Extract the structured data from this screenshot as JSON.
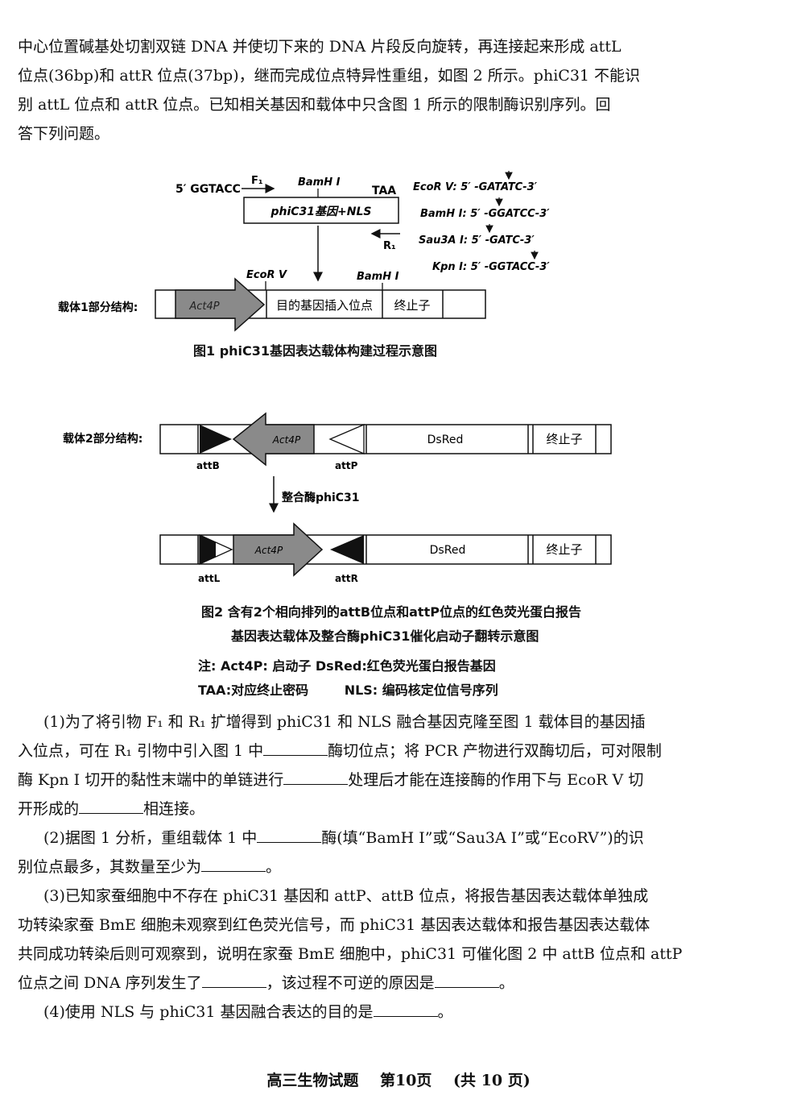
{
  "intro": {
    "line1": "中心位置碱基处切割双链 DNA 并使切下来的 DNA 片段反向旋转，再连接起来形成 attL",
    "line2": "位点(36bp)和 attR 位点(37bp)，继而完成位点特异性重组，如图 2 所示。phiC31 不能识",
    "line3": "别 attL 位点和 attR 位点。已知相关基因和载体中只含图 1 所示的限制酶识别序列。回",
    "line4": "答下列问题。"
  },
  "fig1": {
    "seq5": "5′ GGTACC",
    "f1": "F₁",
    "bamhi_top": "BamH I",
    "taa": "TAA",
    "gene_box": "phiC31基因+NLS",
    "r1": "R₁",
    "ecorv": "EcoR V",
    "bamhi_vec": "BamH I",
    "vector_label": "载体1部分结构:",
    "promoter": "Act4P",
    "insert_site": "目的基因插入位点",
    "terminator": "终止子",
    "enzymes": [
      "EcoR V: 5′ -GATATC-3′",
      "BamH I: 5′ -GGATCC-3′",
      "Sau3A I: 5′ -GATC-3′",
      "Kpn I: 5′ -GGTACC-3′"
    ],
    "caption": "图1  phiC31基因表达载体构建过程示意图"
  },
  "fig2": {
    "vector_label": "载体2部分结构:",
    "promoter_top": "Act4P",
    "promoter_bottom": "Act4P",
    "dsred": "DsRed",
    "terminator": "终止子",
    "attb": "attB",
    "attp": "attP",
    "integrase": "整合酶phiC31",
    "attl": "attL",
    "attr": "attR",
    "caption_line1": "图2  含有2个相向排列的attB位点和attP位点的红色荧光蛋白报告",
    "caption_line2": "基因表达载体及整合酶phiC31催化启动子翻转示意图"
  },
  "notes": {
    "line1": "注: Act4P: 启动子  DsRed:红色荧光蛋白报告基因",
    "line2": "TAA:对应终止密码        NLS: 编码核定位信号序列"
  },
  "questions": {
    "q1_a": "(1)为了将引物 F₁ 和 R₁ 扩增得到 phiC31 和 NLS 融合基因克隆至图 1 载体目的基因插",
    "q1_b1": "入位点，可在 R₁ 引物中引入图 1 中",
    "q1_b2": "酶切位点；将 PCR 产物进行双酶切后，可对限制",
    "q1_c1": "酶 Kpn I 切开的黏性末端中的单链进行",
    "q1_c2": "处理后才能在连接酶的作用下与 EcoR V 切",
    "q1_d1": "开形成的",
    "q1_d2": "相连接。",
    "q2_a1": "(2)据图 1 分析，重组载体 1 中",
    "q2_a2": "酶(填“BamH I”或“Sau3A I”或“EcoRV”)的识",
    "q2_b1": "别位点最多，其数量至少为",
    "q2_b2": "。",
    "q3_a": "(3)已知家蚕细胞中不存在 phiC31 基因和 attP、attB 位点，将报告基因表达载体单独成",
    "q3_b": "功转染家蚕 BmE 细胞未观察到红色荧光信号，而 phiC31 基因表达载体和报告基因表达载体",
    "q3_c": "共同成功转染后则可观察到，说明在家蚕 BmE 细胞中，phiC31 可催化图 2 中 attB 位点和 attP",
    "q3_d1": "位点之间 DNA 序列发生了",
    "q3_d2": "，该过程不可逆的原因是",
    "q3_d3": "。",
    "q4_a1": "(4)使用 NLS 与 phiC31 基因融合表达的目的是",
    "q4_a2": "。"
  },
  "footer": {
    "subject": "高三生物试题",
    "page": "第10页",
    "total": "(共 10 页)"
  }
}
